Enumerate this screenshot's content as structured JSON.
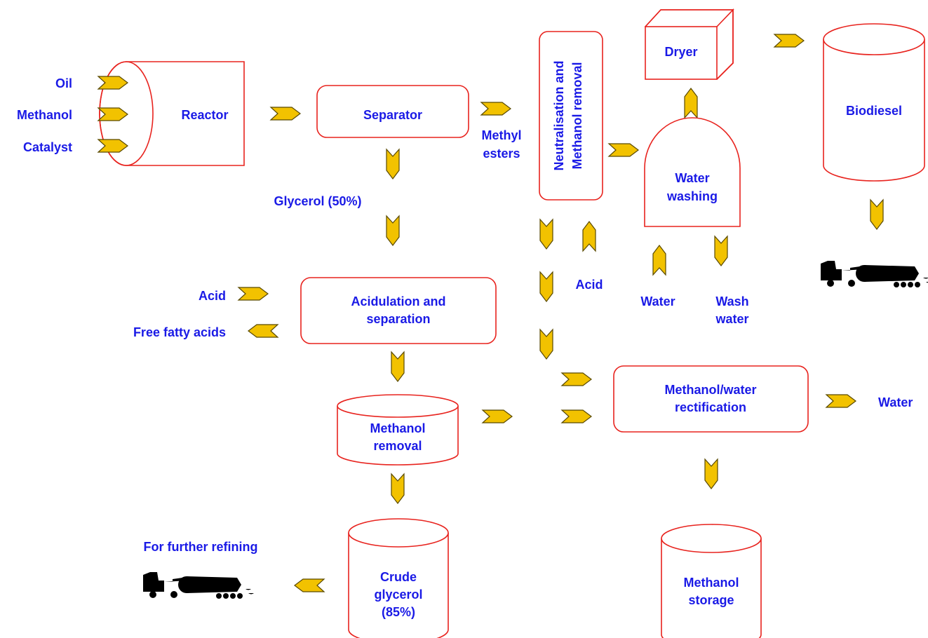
{
  "inputs": {
    "oil": "Oil",
    "methanol": "Methanol",
    "catalyst": "Catalyst"
  },
  "units": {
    "reactor": "Reactor",
    "separator": "Separator",
    "neutralisation_line1": "Neutralisation and",
    "neutralisation_line2": "Methanol removal",
    "dryer": "Dryer",
    "water_washing_line1": "Water",
    "water_washing_line2": "washing",
    "biodiesel": "Biodiesel",
    "acidulation_line1": "Acidulation and",
    "acidulation_line2": "separation",
    "methanol_removal_line1": "Methanol",
    "methanol_removal_line2": "removal",
    "rectification_line1": "Methanol/water",
    "rectification_line2": "rectification",
    "crude_glycerol_line1": "Crude",
    "crude_glycerol_line2": "glycerol",
    "crude_glycerol_line3": "(85%)",
    "methanol_storage_line1": "Methanol",
    "methanol_storage_line2": "storage"
  },
  "streams": {
    "methyl_esters_line1": "Methyl",
    "methyl_esters_line2": "esters",
    "glycerol": "Glycerol (50%)",
    "acid_neutralisation": "Acid",
    "water_in": "Water",
    "wash_water_line1": "Wash",
    "wash_water_line2": "water",
    "acid_in": "Acid",
    "free_fatty_acids": "Free fatty acids",
    "water_out": "Water",
    "further_refining": "For further refining"
  },
  "colors": {
    "text": "#1a1ae6",
    "outline": "#e8231e",
    "arrow": "#f2c200"
  }
}
